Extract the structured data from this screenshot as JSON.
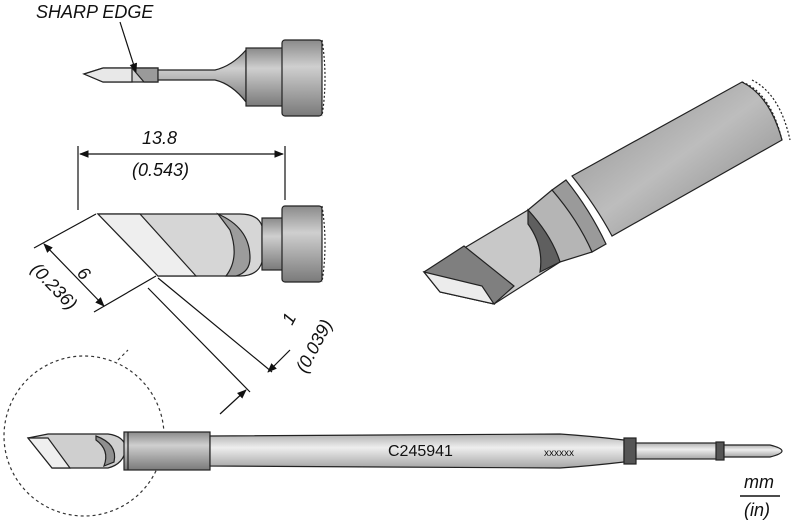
{
  "labels": {
    "sharp_edge": "SHARP EDGE",
    "length_mm": "13.8",
    "length_in": "(0.543)",
    "width_mm": "6",
    "width_in": "(0.236)",
    "thick_mm": "1",
    "thick_in": "(0.039)",
    "part_number": "C245941",
    "lot_code": "xxxxxx",
    "unit_mm": "mm",
    "unit_in": "(in)"
  }
}
